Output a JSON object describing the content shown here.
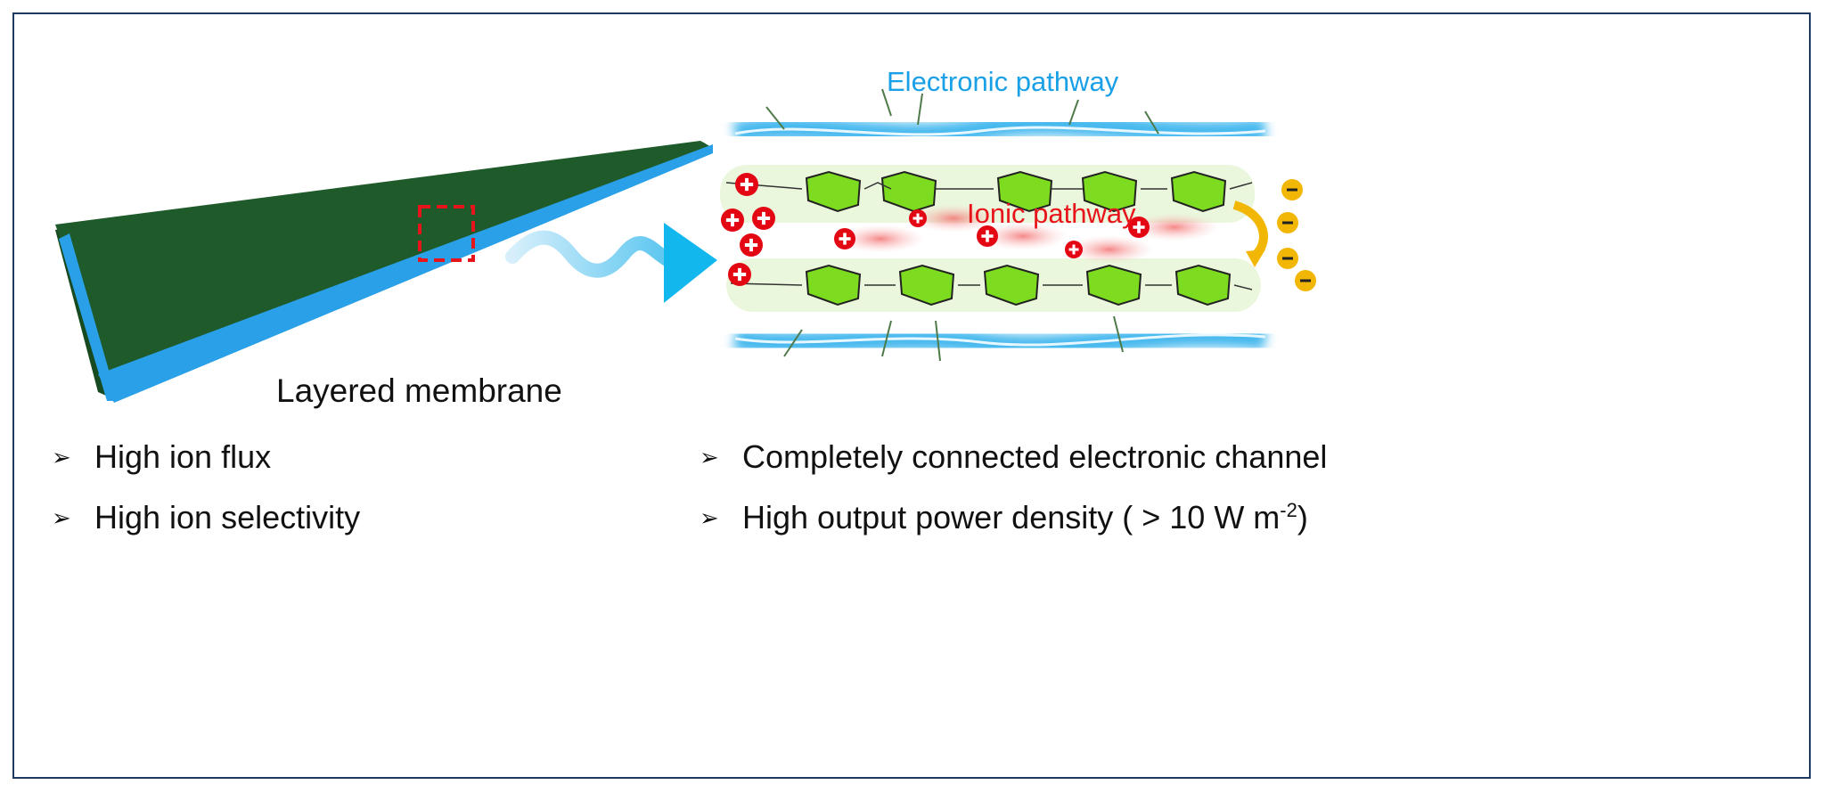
{
  "labels": {
    "membrane": "Layered membrane",
    "electronic": "Electronic pathway",
    "ionic": "Ionic pathway"
  },
  "bullets_left": [
    "High ion flux",
    "High ion selectivity"
  ],
  "bullets_right": [
    "Completely connected electronic channel",
    "High output power density ( > 10 W m"
  ],
  "power_superscript": "-2",
  "power_suffix": ")",
  "bullet_glyph": "➢",
  "colors": {
    "frame": "#1f3864",
    "electronic": "#1aa0e6",
    "ionic": "#e8141b",
    "cation": "#e30613",
    "anion": "#f2b705",
    "membrane": "#1f5a2a",
    "sugar": "#7ddc1f"
  }
}
